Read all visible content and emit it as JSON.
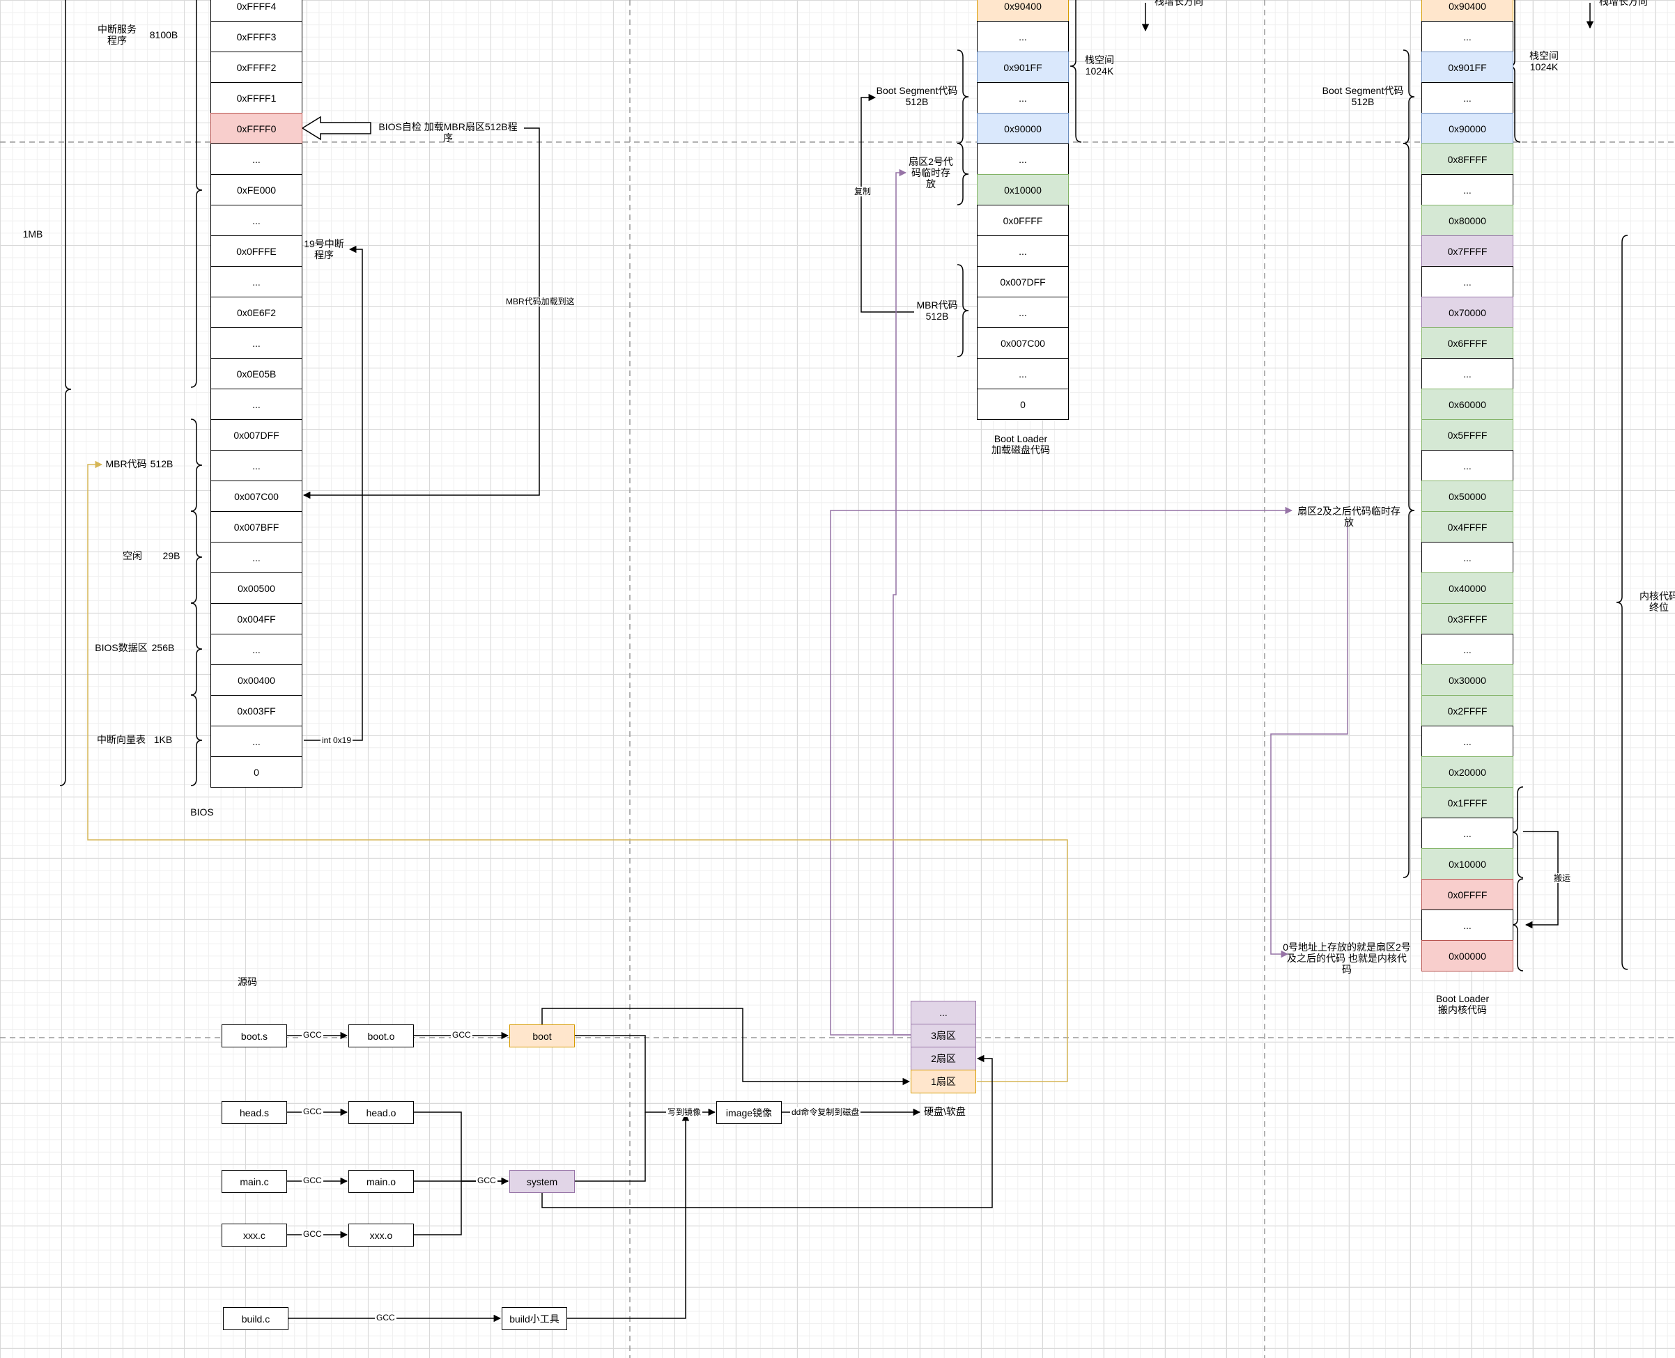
{
  "colors": {
    "peach": "#ffe6cc",
    "peach_border": "#d79b00",
    "blue": "#dae8fc",
    "blue_border": "#6c8ebf",
    "green": "#d5e8d4",
    "green_border": "#82b366",
    "purple": "#e1d5e7",
    "purple_border": "#9673a6",
    "red": "#f8cecc",
    "red_border": "#b85450",
    "purple_line": "#9673a6",
    "orange_line": "#d6b656"
  },
  "bios": {
    "cells": [
      {
        "text": "0xFFFF4",
        "fill": ""
      },
      {
        "text": "0xFFFF3",
        "fill": ""
      },
      {
        "text": "0xFFFF2",
        "fill": ""
      },
      {
        "text": "0xFFFF1",
        "fill": ""
      },
      {
        "text": "0xFFFF0",
        "fill": "red"
      },
      {
        "text": "...",
        "fill": ""
      },
      {
        "text": "0xFE000",
        "fill": ""
      },
      {
        "text": "...",
        "fill": ""
      },
      {
        "text": "0x0FFFE",
        "fill": ""
      },
      {
        "text": "...",
        "fill": ""
      },
      {
        "text": "0x0E6F2",
        "fill": ""
      },
      {
        "text": "...",
        "fill": ""
      },
      {
        "text": "0x0E05B",
        "fill": ""
      },
      {
        "text": "...",
        "fill": ""
      },
      {
        "text": "0x007DFF",
        "fill": ""
      },
      {
        "text": "...",
        "fill": ""
      },
      {
        "text": "0x007C00",
        "fill": ""
      },
      {
        "text": "0x007BFF",
        "fill": ""
      },
      {
        "text": "...",
        "fill": ""
      },
      {
        "text": "0x00500",
        "fill": ""
      },
      {
        "text": "0x004FF",
        "fill": ""
      },
      {
        "text": "...",
        "fill": ""
      },
      {
        "text": "0x00400",
        "fill": ""
      },
      {
        "text": "0x003FF",
        "fill": ""
      },
      {
        "text": "...",
        "fill": ""
      },
      {
        "text": "0",
        "fill": ""
      }
    ],
    "caption": "BIOS",
    "total_label": "1MB",
    "isr_label": "中断服务\n程序",
    "isr_size": "8100B",
    "mbr_label": "MBR代码",
    "mbr_size": "512B",
    "free_label": "空闲",
    "free_size": "29B",
    "data_label": "BIOS数据区",
    "data_size": "256B",
    "ivt_label": "中断向量表",
    "ivt_size": "1KB",
    "selfcheck_label": "BIOS自检 加载MBR扇区512B程序",
    "mbr_load_label": "MBR代码加载到这",
    "int19_label": "19号中断\n程序",
    "int_call_label": "int 0x19"
  },
  "loader1": {
    "cells": [
      {
        "text": "0x90400",
        "fill": "peach"
      },
      {
        "text": "...",
        "fill": ""
      },
      {
        "text": "0x901FF",
        "fill": "blue"
      },
      {
        "text": "...",
        "fill": ""
      },
      {
        "text": "0x90000",
        "fill": "blue"
      },
      {
        "text": "...",
        "fill": ""
      },
      {
        "text": "0x10000",
        "fill": "green"
      },
      {
        "text": "0x0FFFF",
        "fill": ""
      },
      {
        "text": "...",
        "fill": ""
      },
      {
        "text": "0x007DFF",
        "fill": ""
      },
      {
        "text": "...",
        "fill": ""
      },
      {
        "text": "0x007C00",
        "fill": ""
      },
      {
        "text": "...",
        "fill": ""
      },
      {
        "text": "0",
        "fill": ""
      }
    ],
    "caption": "Boot Loader\n加载磁盘代码",
    "stack_label": "栈空间\n1024K",
    "stack_dir_label": "栈增长方向",
    "bootseg_label": "Boot Segment代码\n512B",
    "temp_label": "扇区2号代\n码临时存\n放",
    "mbr_label": "MBR代码\n512B",
    "copy_label": "复制"
  },
  "loader2": {
    "cells": [
      {
        "text": "0x90400",
        "fill": "peach"
      },
      {
        "text": "...",
        "fill": ""
      },
      {
        "text": "0x901FF",
        "fill": "blue"
      },
      {
        "text": "...",
        "fill": ""
      },
      {
        "text": "0x90000",
        "fill": "blue"
      },
      {
        "text": "0x8FFFF",
        "fill": "green"
      },
      {
        "text": "...",
        "fill": ""
      },
      {
        "text": "0x80000",
        "fill": "green"
      },
      {
        "text": "0x7FFFF",
        "fill": "purple"
      },
      {
        "text": "...",
        "fill": ""
      },
      {
        "text": "0x70000",
        "fill": "purple"
      },
      {
        "text": "0x6FFFF",
        "fill": "green"
      },
      {
        "text": "...",
        "fill": ""
      },
      {
        "text": "0x60000",
        "fill": "green"
      },
      {
        "text": "0x5FFFF",
        "fill": "green"
      },
      {
        "text": "...",
        "fill": ""
      },
      {
        "text": "0x50000",
        "fill": "green"
      },
      {
        "text": "0x4FFFF",
        "fill": "green"
      },
      {
        "text": "...",
        "fill": ""
      },
      {
        "text": "0x40000",
        "fill": "green"
      },
      {
        "text": "0x3FFFF",
        "fill": "green"
      },
      {
        "text": "...",
        "fill": ""
      },
      {
        "text": "0x30000",
        "fill": "green"
      },
      {
        "text": "0x2FFFF",
        "fill": "green"
      },
      {
        "text": "...",
        "fill": ""
      },
      {
        "text": "0x20000",
        "fill": "green"
      },
      {
        "text": "0x1FFFF",
        "fill": "green"
      },
      {
        "text": "...",
        "fill": ""
      },
      {
        "text": "0x10000",
        "fill": "green"
      },
      {
        "text": "0x0FFFF",
        "fill": "red"
      },
      {
        "text": "...",
        "fill": ""
      },
      {
        "text": "0x00000",
        "fill": "red"
      }
    ],
    "caption": "Boot Loader\n搬内核代码",
    "stack_label": "栈空间\n1024K",
    "stack_dir_label": "栈增长方向",
    "bootseg_label": "Boot Segment代码\n512B",
    "temp_label": "扇区2及之后代码临时存放",
    "move_label": "搬运",
    "kernel_note": "0号地址上存放的就是扇区2号\n及之后的代码 也就是内核代\n码",
    "right_label": "内核代码\n终位"
  },
  "build": {
    "source_title": "源码",
    "gcc": "GCC",
    "sources": [
      "boot.s",
      "head.s",
      "main.c",
      "xxx.c"
    ],
    "objects": [
      "boot.o",
      "head.o",
      "main.o",
      "xxx.o"
    ],
    "boot": "boot",
    "system": "system",
    "build_c": "build.c",
    "build_tool": "build小工具",
    "write_image": "写到镜像",
    "image": "image镜像",
    "dd_label": "dd命令复制到磁盘",
    "disk": "硬盘\\软盘",
    "sectors": [
      "...",
      "3扇区",
      "2扇区",
      "1扇区"
    ]
  }
}
